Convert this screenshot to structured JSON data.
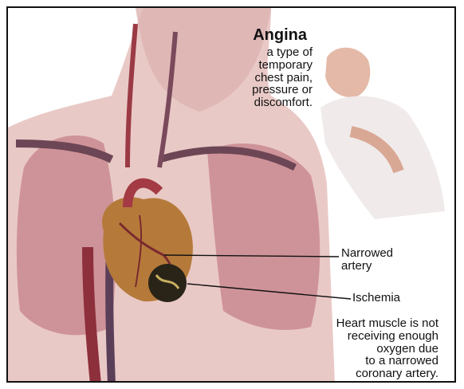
{
  "title": "Angina",
  "subtitle_lines": [
    "a type of",
    "temporary",
    "chest pain,",
    "pressure or",
    "discomfort."
  ],
  "callouts": {
    "narrowed_artery": [
      "Narrowed",
      "artery"
    ],
    "ischemia": "Ischemia"
  },
  "description_lines": [
    "Heart muscle is not",
    "receiving enough",
    "oxygen due",
    "to a narrowed",
    "coronary artery."
  ],
  "colors": {
    "skin": "#e9c9c6",
    "lung": "#c98a8f",
    "vessel": "#9b3a45",
    "heart": "#b57a3a",
    "ischemia": "#2a2418",
    "shirt": "#f0eaea"
  }
}
